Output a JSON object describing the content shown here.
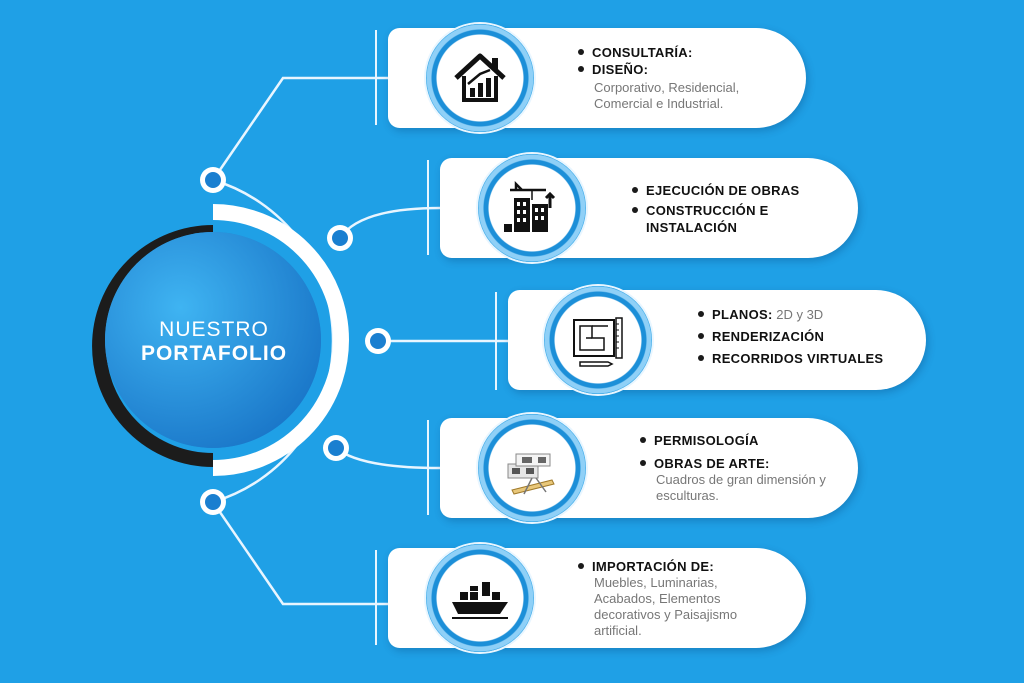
{
  "hub": {
    "line1": "NUESTRO",
    "line2": "PORTAFOLIO"
  },
  "services": [
    {
      "icon": "house-chart-icon",
      "items": [
        {
          "label": "CONSULTARÍA:"
        },
        {
          "label": "DISEÑO:"
        }
      ],
      "description": "Corporativo, Residencial, Comercial e Industrial."
    },
    {
      "icon": "construction-building-icon",
      "items": [
        {
          "label": "EJECUCIÓN DE OBRAS"
        },
        {
          "label": "CONSTRUCCIÓN E INSTALACIÓN"
        }
      ],
      "description": ""
    },
    {
      "icon": "blueprint-icon",
      "items": [
        {
          "label": "PLANOS:",
          "detail": "2D y 3D"
        },
        {
          "label": "RENDERIZACIÓN"
        },
        {
          "label": "RECORRIDOS VIRTUALES"
        }
      ],
      "description": ""
    },
    {
      "icon": "building-render-icon",
      "items": [
        {
          "label": "PERMISOLOGÍA"
        },
        {
          "label": "OBRAS DE ARTE:"
        }
      ],
      "description": "Cuadros de gran dimensión y esculturas."
    },
    {
      "icon": "cargo-ship-icon",
      "items": [
        {
          "label": "IMPORTACIÓN DE:"
        }
      ],
      "description": "Muebles, Luminarias, Acabados, Elementos decorativos y Paisajismo artificial."
    }
  ],
  "colors": {
    "background": "#1fa0e6",
    "accent": "#1c8fd8",
    "dark_arc": "#1c1c1c",
    "card": "#ffffff"
  }
}
